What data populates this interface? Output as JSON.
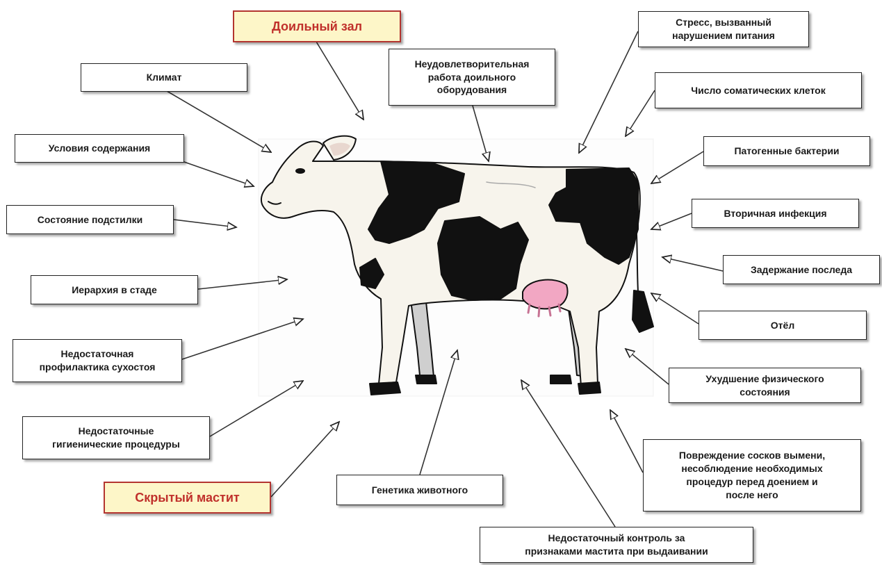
{
  "boxes": {
    "milking_hall": "Доильный зал",
    "climate": "Климат",
    "housing_conditions": "Условия содержания",
    "bedding_state": "Состояние подстилки",
    "herd_hierarchy": "Иерархия в стаде",
    "dry_period_prevention": "Недостаточная\nпрофилактика сухостоя",
    "hygiene_procedures": "Недостаточные\nгигиенические процедуры",
    "subclinical_mastitis": "Скрытый мастит",
    "milking_equipment": "Неудовлетворительная\nработа доильного\nоборудования",
    "genetics": "Генетика животного",
    "stripping_control": "Недостаточный контроль  за\nпризнаками мастита при выдаивании",
    "nutrition_stress": "Стресс, вызванный\nнарушением питания",
    "somatic_cells": "Число соматических клеток",
    "pathogenic_bacteria": "Патогенные бактерии",
    "secondary_infection": "Вторичная инфекция",
    "retained_placenta": "Задержание последа",
    "calving": "Отёл",
    "physical_condition": "Ухудшение физического\nсостояния",
    "teat_damage": "Повреждение сосков вымени,\nнесоблюдение  необходимых\nпроцедур перед  доением и\nпосле него"
  },
  "colors": {
    "highlight_border": "#b3342f",
    "highlight_fill": "#fdf6c8",
    "highlight_text": "#c0302b",
    "udder": "#f2a7c3"
  }
}
